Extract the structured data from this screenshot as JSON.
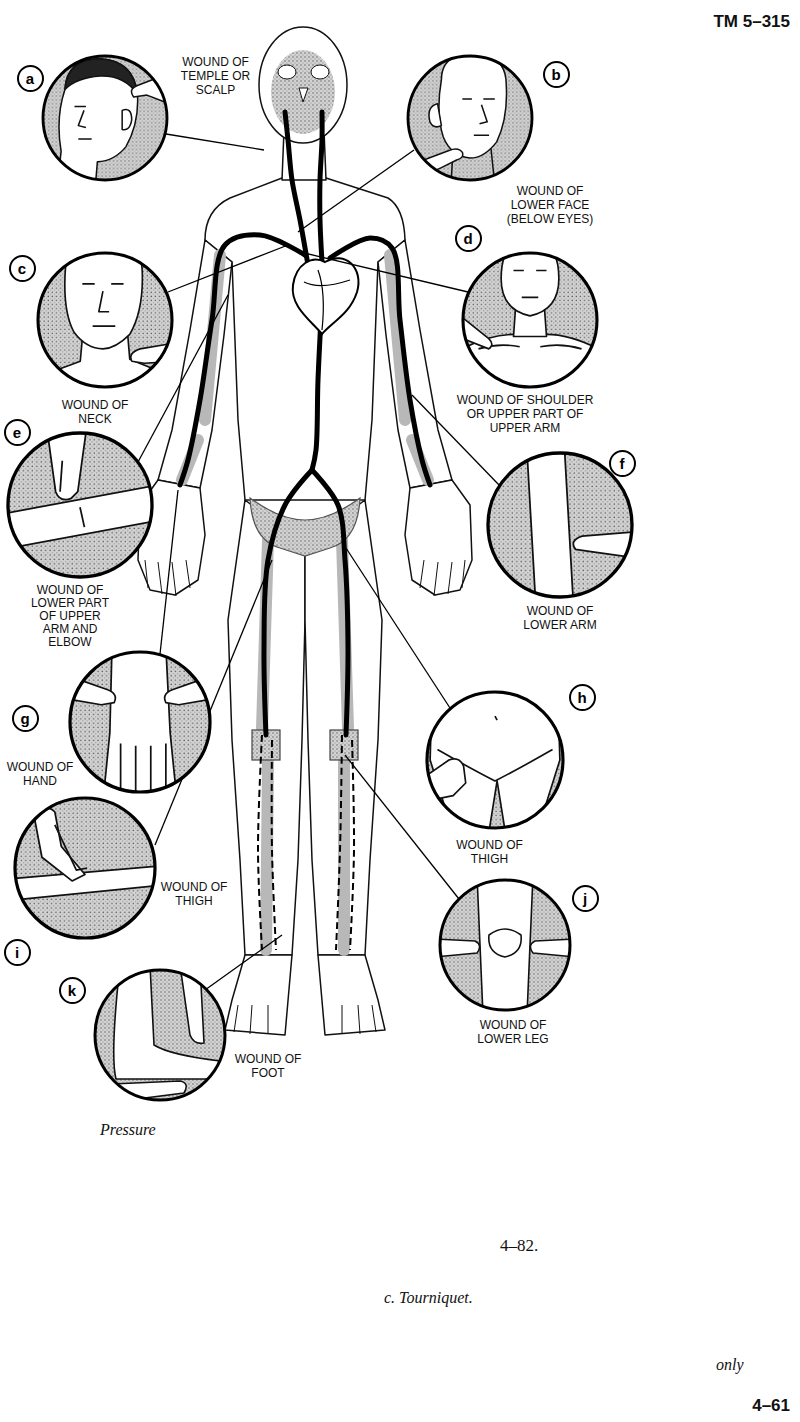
{
  "diagram": {
    "nodes": [
      {
        "text": [
          "a"
        ]
      },
      {
        "text": [
          "b"
        ]
      },
      {
        "text": [
          "c"
        ]
      },
      {
        "text": [
          "d"
        ]
      },
      {
        "text": [
          "e"
        ]
      },
      {
        "text": [
          "f"
        ]
      },
      {
        "text": [
          "g"
        ]
      },
      {
        "text": [
          "h"
        ]
      },
      {
        "text": [
          "i"
        ]
      },
      {
        "text": [
          "j"
        ]
      },
      {
        "text": [
          "k"
        ]
      }
    ],
    "labels": [
      "TM 5–315",
      "WOUND OF TEMPLE OR SCALP",
      "WOUND OF LOWER FACE (BELOW EYES)",
      "WOUND OF NECK",
      "WOUND OF SHOULDER OR UPPER PART OF UPPER ARM",
      "WOUND OF LOWER PART OF UPPER ARM AND ELBOW",
      "WOUND OF LOWER ARM",
      "WOUND OF HAND",
      "WOUND OF THIGH",
      "WOUND OF THIGH",
      "WOUND OF FOOT",
      "WOUND OF LOWER LEG",
      "Pressure",
      "4–82.",
      "c. Tourniquet.",
      "only",
      "4–61"
    ]
  }
}
